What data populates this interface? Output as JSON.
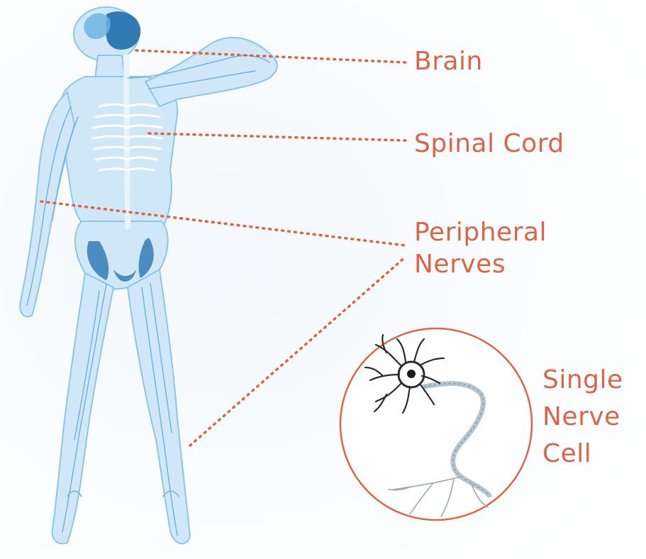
{
  "labels": {
    "brain": "Brain",
    "spinal_cord": "Spinal Cord",
    "peripheral_line1": "Peripheral",
    "peripheral_line2": "Nerves",
    "cell_line1": "Single",
    "cell_line2": "Nerve",
    "cell_line3": "Cell"
  },
  "colors": {
    "label": "#d9664a",
    "leader_line": "#d9664a",
    "nerve_light": "#a8d3ec",
    "nerve_mid": "#6fb4e0",
    "nerve_dark": "#1f6fae",
    "neuron": "#2b2b2b",
    "circle_border": "#d9664a"
  }
}
